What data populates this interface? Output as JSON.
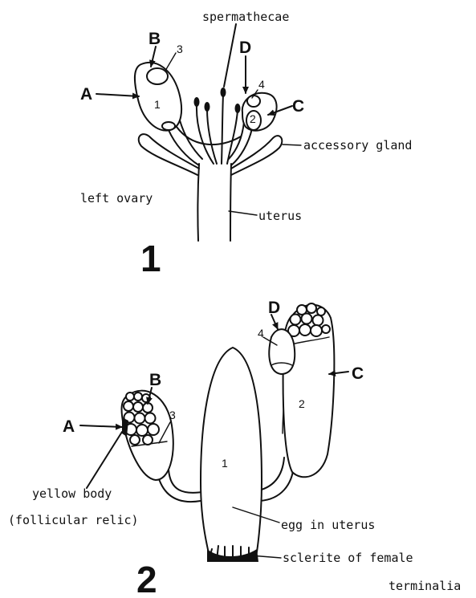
{
  "figure1": {
    "number": "1",
    "labels": {
      "spermathecae": "spermathecae",
      "accessory_gland": "accessory gland",
      "left_ovary": "left ovary",
      "uterus": "uterus"
    },
    "letters": {
      "a": "A",
      "b": "B",
      "c": "C",
      "d": "D"
    },
    "numbers": {
      "n1": "1",
      "n2": "2",
      "n3": "3",
      "n4": "4"
    }
  },
  "figure2": {
    "number": "2",
    "labels": {
      "yellow_body": "yellow body",
      "follicular_relic": "(follicular relic)",
      "egg_in_uterus": "egg in uterus",
      "sclerite_line1": "sclerite of female",
      "sclerite_line2": "terminalia"
    },
    "letters": {
      "a": "A",
      "b": "B",
      "c": "C",
      "d": "D"
    },
    "numbers": {
      "n1": "1",
      "n2": "2",
      "n3": "3",
      "n4": "4"
    }
  }
}
